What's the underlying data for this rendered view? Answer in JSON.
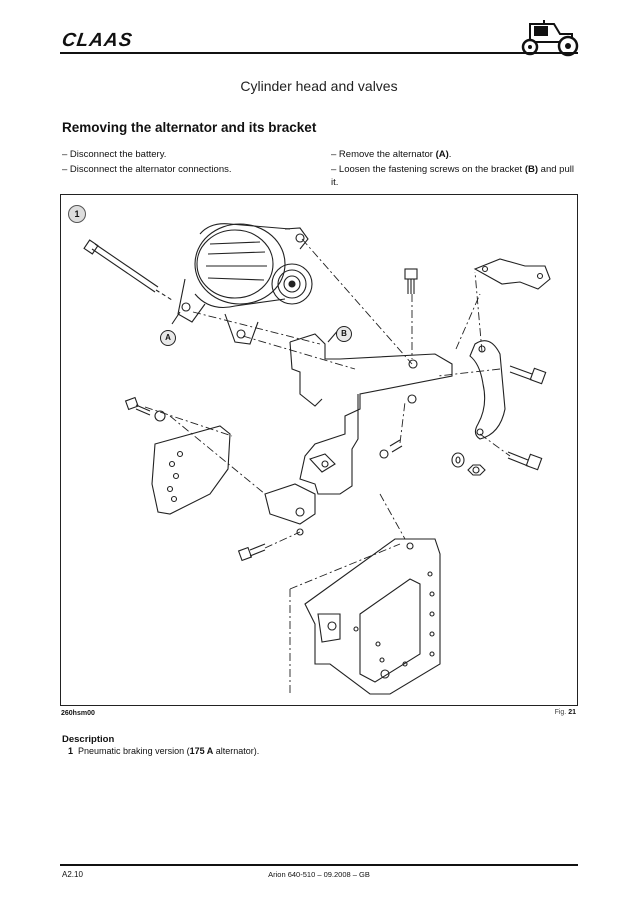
{
  "header": {
    "logo": "CLAAS",
    "section_title": "Cylinder head and valves"
  },
  "procedure": {
    "title": "Removing the alternator and its bracket",
    "left_steps": [
      "– Disconnect the battery.",
      "– Disconnect the alternator connections."
    ],
    "right_steps": [
      {
        "prefix": "– Remove the alternator ",
        "bold": "(A)",
        "suffix": "."
      },
      {
        "prefix": "– Loosen the fastening screws on the bracket ",
        "bold": "(B)",
        "suffix": " and pull it."
      }
    ]
  },
  "figure": {
    "number_label": "1",
    "callout_a": "A",
    "callout_b": "B",
    "image_code": "260hsm00",
    "fig_prefix": "Fig.",
    "fig_number": "21"
  },
  "description": {
    "title": "Description",
    "item_number": "1",
    "item_text_before": "Pneumatic braking version (",
    "item_text_bold": "175 A",
    "item_text_after": " alternator)."
  },
  "footer": {
    "left": "A2.10",
    "center": "Arion 640-510 – 09.2008 – GB"
  }
}
